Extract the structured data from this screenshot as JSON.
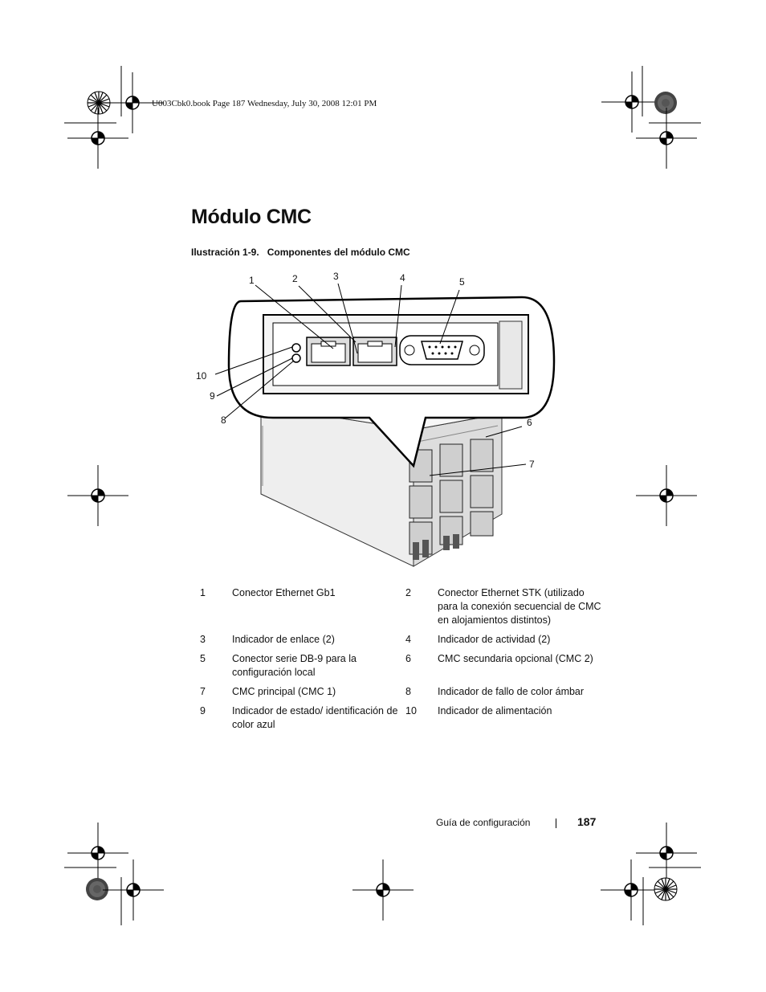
{
  "header": {
    "book_info": "U003Cbk0.book  Page 187  Wednesday, July 30, 2008  12:01 PM"
  },
  "page": {
    "title": "Módulo CMC",
    "figure_label": "Ilustración 1-9.",
    "figure_caption": "Componentes del módulo CMC"
  },
  "figure": {
    "callouts": [
      "1",
      "2",
      "3",
      "4",
      "5",
      "6",
      "7",
      "8",
      "9",
      "10"
    ]
  },
  "legend": [
    [
      {
        "num": "1",
        "text": "Conector Ethernet Gb1"
      },
      {
        "num": "2",
        "text": "Conector Ethernet STK (utilizado para la conexión secuencial de CMC en alojamientos distintos)"
      }
    ],
    [
      {
        "num": "3",
        "text": "Indicador de enlace (2)"
      },
      {
        "num": "4",
        "text": "Indicador de actividad (2)"
      }
    ],
    [
      {
        "num": "5",
        "text": "Conector serie DB-9 para la configuración local"
      },
      {
        "num": "6",
        "text": "CMC secundaria opcional (CMC 2)"
      }
    ],
    [
      {
        "num": "7",
        "text": "CMC principal (CMC 1)"
      },
      {
        "num": "8",
        "text": "Indicador de fallo de color ámbar"
      }
    ],
    [
      {
        "num": "9",
        "text": "Indicador de estado/ identificación de color azul"
      },
      {
        "num": "10",
        "text": "Indicador de alimentación"
      }
    ]
  ],
  "footer": {
    "section": "Guía de configuración",
    "page_number": "187"
  }
}
